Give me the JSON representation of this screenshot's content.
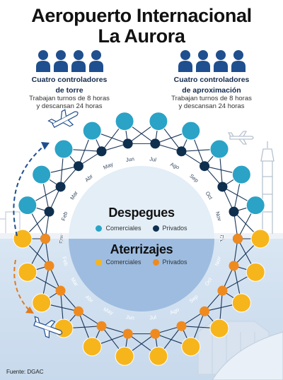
{
  "title": {
    "line1": "Aeropuerto Internacional",
    "line2": "La Aurora"
  },
  "groups": [
    {
      "title_l1": "Cuatro controladores",
      "title_l2": "de torre",
      "desc_l1": "Trabajan turnos de 8 horas",
      "desc_l2": "y descansan 24 horas",
      "people": 4
    },
    {
      "title_l1": "Cuatro controladores",
      "title_l2": "de aproximación",
      "desc_l1": "Trabajan turnos de 8 horas",
      "desc_l2": "y descansan 24 horas",
      "people": 4
    }
  ],
  "months": [
    "Ene",
    "Feb",
    "Mar",
    "Abr",
    "May",
    "Jun",
    "Jul",
    "Ago",
    "Sep",
    "Oct",
    "Nov",
    "Dic"
  ],
  "despegues": {
    "label": "Despegues",
    "legend_commercial": "Comerciales",
    "legend_private": "Privados"
  },
  "aterrizajes": {
    "label": "Aterrizajes",
    "legend_commercial": "Comerciales",
    "legend_private": "Privados"
  },
  "source": "Fuente: DGAC",
  "colors": {
    "people": "#1f4f8f",
    "teal": "#2aa3c6",
    "navy": "#0f2f4f",
    "gold": "#f7b51c",
    "orange": "#ef8a1f",
    "line": "#1a3557",
    "hub_top": "#e3eef7",
    "hub_bottom": "#9dbce0",
    "arrow": "#1f4f8f",
    "arrow_orange": "#e07b1f"
  },
  "icons": [
    "person-icon",
    "airplane-icon",
    "control-tower-icon"
  ]
}
